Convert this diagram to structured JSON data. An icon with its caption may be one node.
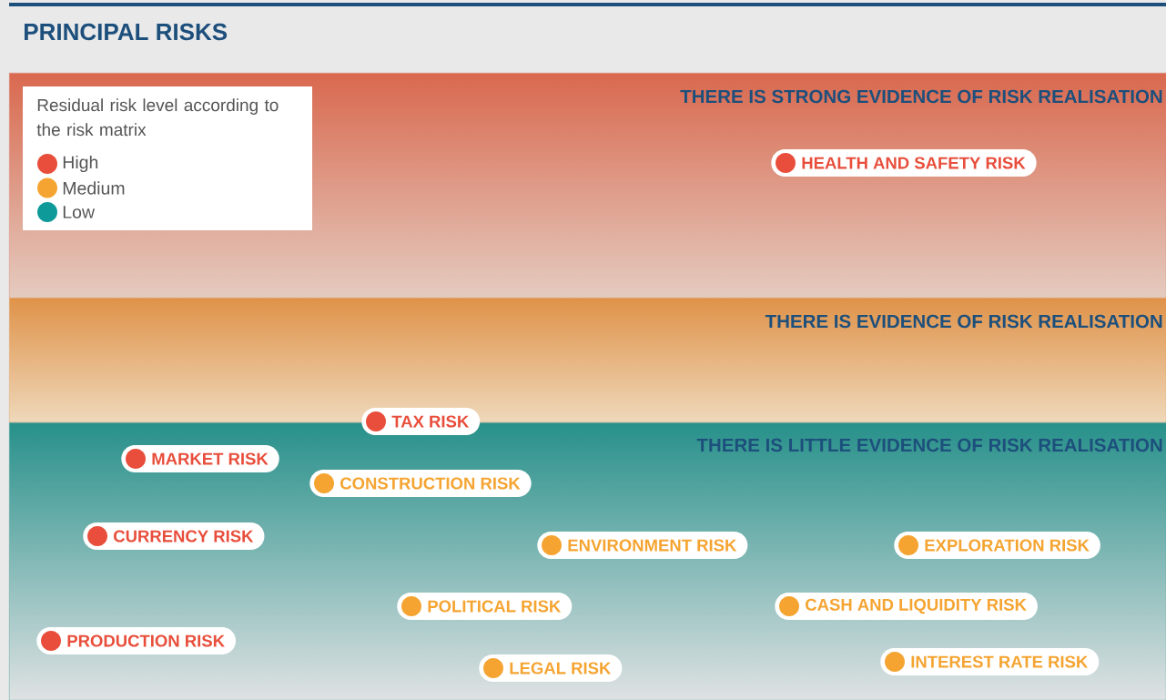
{
  "diagram": {
    "title": "PRINCIPAL RISKS",
    "nodes": [
      {
        "text": [
          "THERE IS STRONG EVIDENCE OF RISK REALISATION"
        ]
      },
      {
        "text": [
          "HEALTH AND SAFETY RISK"
        ],
        "in": 0
      },
      {
        "text": [
          "THERE IS EVIDENCE OF RISK REALISATION"
        ]
      },
      {
        "text": [
          "TAX RISK"
        ]
      },
      {
        "text": [
          "THERE IS LITTLE EVIDENCE OF RISK REALISATION"
        ]
      },
      {
        "text": [
          "MARKET RISK"
        ],
        "in": 4
      },
      {
        "text": [
          "CONSTRUCTION RISK"
        ],
        "in": 4
      },
      {
        "text": [
          "CURRENCY RISK"
        ],
        "in": 4
      },
      {
        "text": [
          "ENVIRONMENT RISK"
        ],
        "in": 4
      },
      {
        "text": [
          "EXPLORATION RISK"
        ],
        "in": 4
      },
      {
        "text": [
          "POLITICAL RISK"
        ],
        "in": 4
      },
      {
        "text": [
          "CASH AND LIQUIDITY RISK"
        ],
        "in": 4
      },
      {
        "text": [
          "PRODUCTION RISK"
        ],
        "in": 4
      },
      {
        "text": [
          "LEGAL RISK"
        ],
        "in": 4
      },
      {
        "text": [
          "INTEREST RATE RISK"
        ],
        "in": 4
      }
    ],
    "labels": [
      "Residual risk level according to the risk matrix"
    ],
    "legend": [
      {
        "text": "High",
        "color": "#e84e3b"
      },
      {
        "text": "Medium",
        "color": "#f5a431"
      },
      {
        "text": "Low",
        "color": "#0f9a9a"
      }
    ]
  }
}
